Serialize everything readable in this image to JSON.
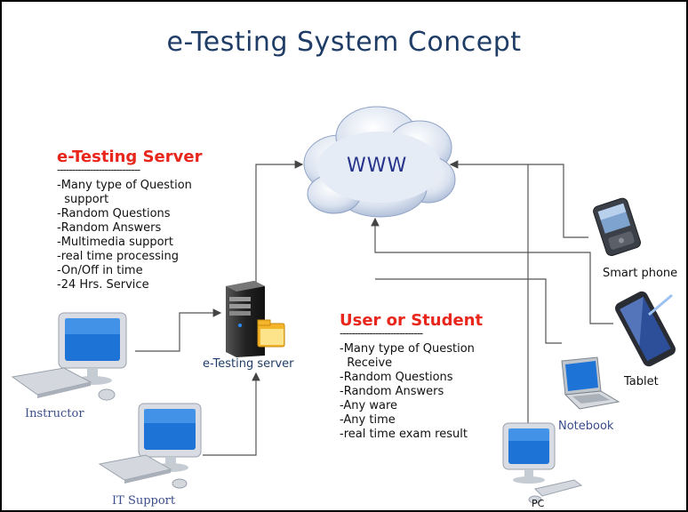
{
  "title": "e-Testing System Concept",
  "cloud_label": "WWW",
  "server_panel": {
    "heading": "e-Testing Server",
    "divider": "----------------------------",
    "items": [
      "-Many type of Question\n  support",
      "-Random Questions",
      "-Random Answers",
      "-Multimedia support",
      "-real time processing",
      "-On/Off in time",
      "-24 Hrs. Service"
    ]
  },
  "student_panel": {
    "heading": "User or Student",
    "divider": "----------------------------",
    "items": [
      "-Many type of Question\n  Receive",
      "-Random Questions",
      "-Random Answers",
      "-Any ware",
      "-Any time",
      "-real time exam result"
    ]
  },
  "nodes": {
    "server": "e-Testing  server",
    "instructor": "Instructor",
    "it_support": "IT Support",
    "smart_phone": "Smart phone",
    "tablet": "Tablet",
    "notebook": "Notebook",
    "pc": "PC"
  },
  "colors": {
    "heading": "#e8261c",
    "title": "#1f3d66",
    "cloud": "#c9d6ea",
    "screen": "#1e73d6"
  }
}
